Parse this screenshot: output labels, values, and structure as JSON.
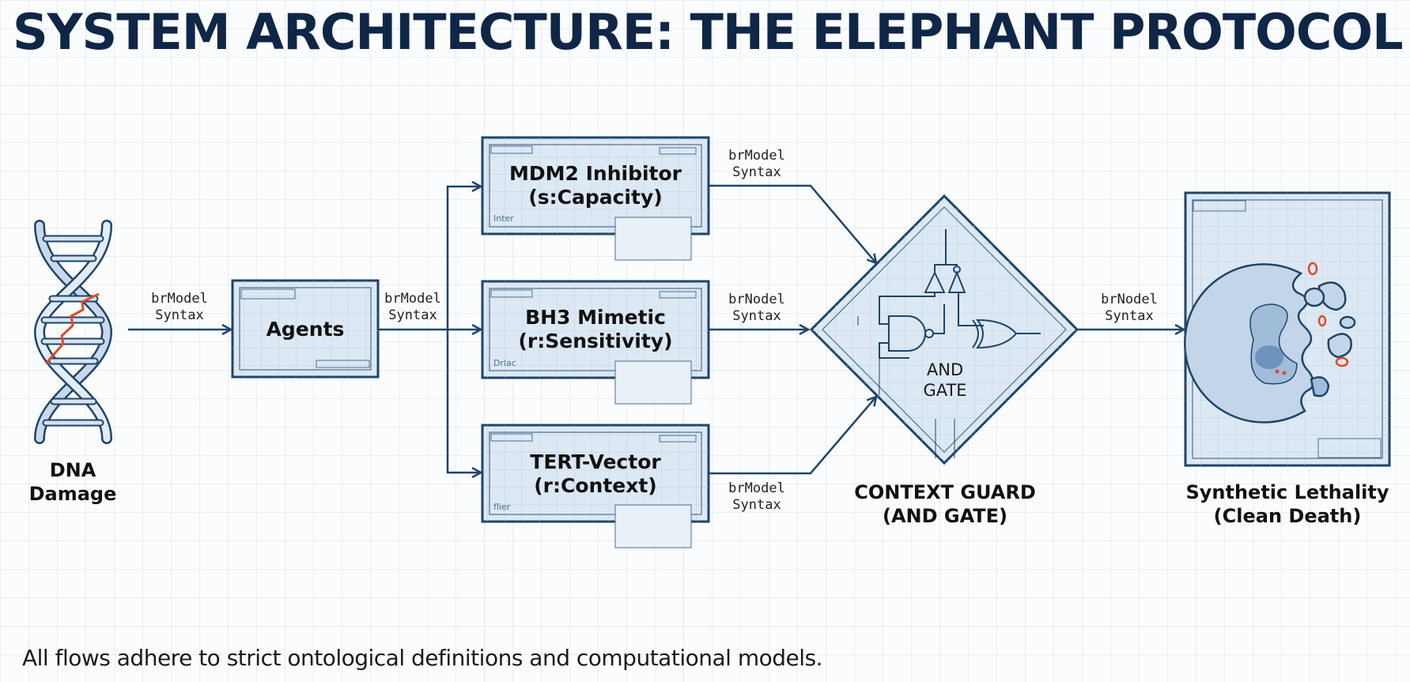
{
  "title": "SYSTEM ARCHITECTURE: THE ELEPHANT PROTOCOL",
  "caption": "All flows adhere to strict ontological definitions and computational models.",
  "colors": {
    "title": "#0f2647",
    "line": "#1e4568",
    "box_fill": "#dce8f3",
    "damage": "#e04a2a"
  },
  "nodes": {
    "dna": {
      "icon": "dna-helix-icon",
      "label_line1": "DNA",
      "label_line2": "Damage"
    },
    "agents": {
      "label": "Agents"
    },
    "mdm2": {
      "line1": "MDM2 Inhibitor",
      "line2": "(s:Capacity)",
      "corner": "Inter"
    },
    "bh3": {
      "line1": "BH3 Mimetic",
      "line2": "(r:Sensitivity)",
      "corner": "Drlac"
    },
    "tert": {
      "line1": "TERT-Vector",
      "line2": "(r:Context)",
      "corner": "flier"
    },
    "gate": {
      "inner_line1": "AND",
      "inner_line2": "GATE",
      "label_line1": "CONTEXT GUARD",
      "label_line2": "(AND GATE)"
    },
    "result": {
      "icon": "dying-cell-icon",
      "label_line1": "Synthetic Lethality",
      "label_line2": "(Clean Death)"
    }
  },
  "edges": {
    "dna_agents": {
      "line1": "brModel",
      "line2": "Syntax"
    },
    "agents_split": {
      "line1": "brModel",
      "line2": "Syntax"
    },
    "mdm2_gate": {
      "line1": "brModel",
      "line2": "Syntax"
    },
    "bh3_gate": {
      "line1": "brNodel",
      "line2": "Syntax"
    },
    "tert_gate": {
      "line1": "brModel",
      "line2": "Syntax"
    },
    "gate_result": {
      "line1": "brNodel",
      "line2": "Syntax"
    }
  }
}
